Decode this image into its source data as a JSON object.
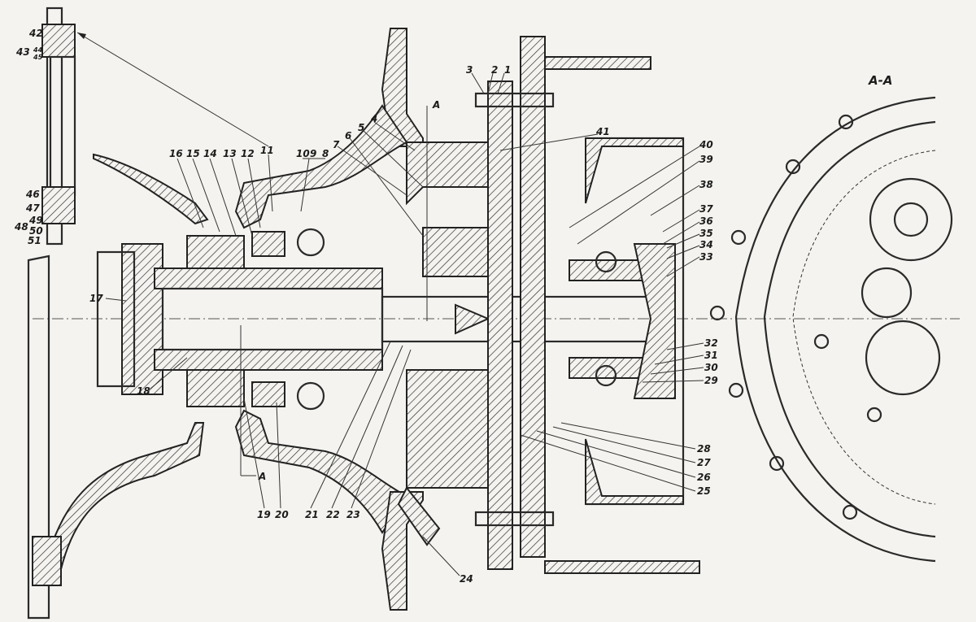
{
  "section_title": "A-A",
  "section_marker": "A",
  "callouts": {
    "c1": "1",
    "c2": "2",
    "c3": "3",
    "c4": "4",
    "c5": "5",
    "c6": "6",
    "c7": "7",
    "c8": "8",
    "c9": "9",
    "c10": "10",
    "c11": "11",
    "c12": "12",
    "c13": "13",
    "c14": "14",
    "c15": "15",
    "c16": "16",
    "c17": "17",
    "c18": "18",
    "c19": "19",
    "c20": "20",
    "c21": "21",
    "c22": "22",
    "c23": "23",
    "c24": "24",
    "c25": "25",
    "c26": "26",
    "c27": "27",
    "c28": "28",
    "c29": "29",
    "c30": "30",
    "c31": "31",
    "c32": "32",
    "c33": "33",
    "c34": "34",
    "c35": "35",
    "c36": "36",
    "c37": "37",
    "c38": "38",
    "c39": "39",
    "c40": "40",
    "c41": "41",
    "c42": "42",
    "c43": "43",
    "c44": "44",
    "c45": "45",
    "c46": "46",
    "c47": "47",
    "c48": "48",
    "c49": "49",
    "c50": "50",
    "c51": "51"
  }
}
